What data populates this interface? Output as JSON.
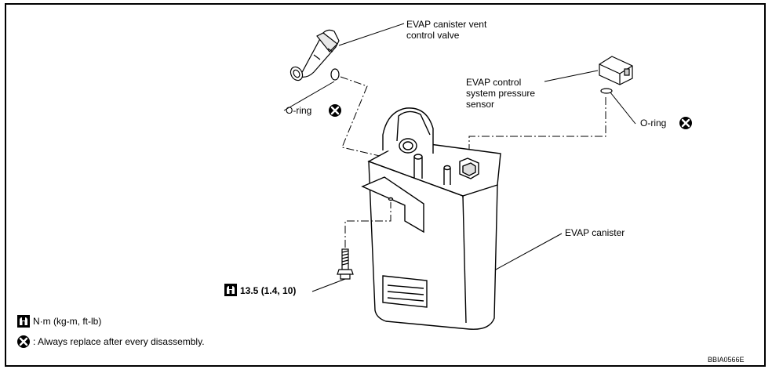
{
  "labels": {
    "vent_valve": [
      "EVAP canister vent",
      "control valve"
    ],
    "pressure_sensor": [
      "EVAP control",
      "system pressure",
      "sensor"
    ],
    "oring_left": "O-ring",
    "oring_right": "O-ring",
    "canister": "EVAP canister",
    "torque": "13.5 (1.4, 10)"
  },
  "legend": {
    "torque_units": "N·m (kg-m, ft-lb)",
    "replace_note": ": Always replace after every disassembly."
  },
  "figure_code": "BBIA0566E",
  "icons": {
    "torque": "torque-wrench-icon",
    "replace": "x-circle-icon"
  }
}
